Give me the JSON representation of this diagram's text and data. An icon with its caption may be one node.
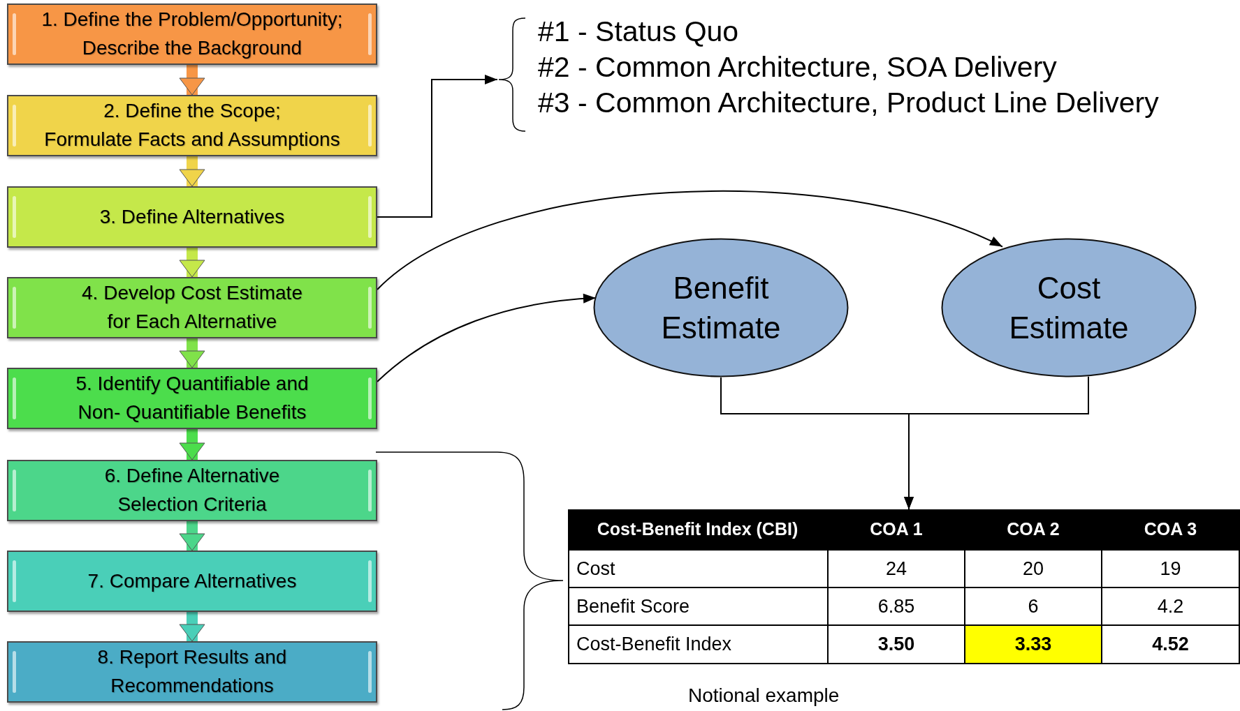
{
  "diagram": {
    "nodes": [
      {
        "text": [
          "1. Define the Problem/Opportunity; Describe the Background"
        ]
      },
      {
        "text": [
          "2. Define the Scope; Formulate Facts and Assumptions"
        ]
      },
      {
        "text": [
          "3. Define Alternatives"
        ]
      },
      {
        "text": [
          "4. Develop Cost Estimate for Each Alternative"
        ]
      },
      {
        "text": [
          "5. Identify Quantifiable and Non- Quantifiable Benefits"
        ]
      },
      {
        "text": [
          "6. Define Alternative Selection Criteria"
        ]
      },
      {
        "text": [
          "7.  Compare Alternatives"
        ]
      },
      {
        "text": [
          "8.  Report Results and Recommendations"
        ]
      },
      {
        "text": [
          "#1 - Status Quo",
          "#2 - Common Architecture, SOA Delivery",
          "#3 - Common Architecture, Product Line Delivery"
        ]
      },
      {
        "text": [
          "Benefit Estimate"
        ]
      },
      {
        "text": [
          "Cost Estimate"
        ]
      },
      {
        "text": [],
        "shape": "box"
      }
    ],
    "edges": [
      {
        "from": 0,
        "to": 1,
        "arrow": "to",
        "color": "#f79646"
      },
      {
        "from": 1,
        "to": 2,
        "arrow": "to",
        "color": "#f0d44a"
      },
      {
        "from": 2,
        "to": 3,
        "arrow": "to",
        "color": "#c5e84a"
      },
      {
        "from": 3,
        "to": 4,
        "arrow": "to",
        "color": "#80e24a"
      },
      {
        "from": 4,
        "to": 5,
        "arrow": "to",
        "color": "#4cdd4c"
      },
      {
        "from": 5,
        "to": 6,
        "arrow": "to",
        "color": "#4cd68a"
      },
      {
        "from": 6,
        "to": 7,
        "arrow": "to",
        "color": "#4acfb8"
      },
      {
        "from": 2,
        "to": 8,
        "arrow": "to"
      },
      {
        "from": 3,
        "to": 10,
        "arrow": "to"
      },
      {
        "from": 4,
        "to": 9,
        "arrow": "to"
      },
      {
        "from": 9,
        "to": 11,
        "arrow": "to"
      },
      {
        "from": 10,
        "to": 11,
        "arrow": "to"
      }
    ],
    "labels": [
      "Cost-Benefit Index (CBI)",
      "COA 1",
      "COA 2",
      "COA 3",
      "Cost",
      "24",
      "20",
      "19",
      "Benefit Score",
      "6.85",
      "6",
      "4.2",
      "Cost-Benefit Index",
      "3.50",
      "3.33",
      "4.52",
      "Notional example"
    ]
  }
}
